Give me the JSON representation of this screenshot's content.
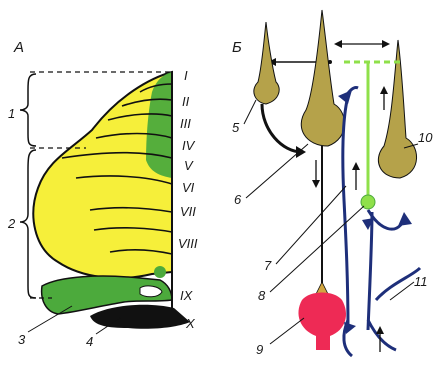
{
  "panels": {
    "left": "А",
    "right": "Б"
  },
  "roman_labels": [
    "I",
    "II",
    "III",
    "IV",
    "V",
    "VI",
    "VII",
    "VIII",
    "IX",
    "X"
  ],
  "left_numbers": {
    "one": "1",
    "two": "2",
    "three": "3",
    "four": "4"
  },
  "right_numbers": {
    "five": "5",
    "six": "6",
    "seven": "7",
    "eight": "8",
    "nine": "9",
    "ten": "10",
    "eleven": "11"
  },
  "colors": {
    "yellow": "#f6ef3a",
    "green": "#4caa3c",
    "light_green": "#8fe04a",
    "black": "#111111",
    "olive": "#b5a24a",
    "blue": "#1e2f7a",
    "red": "#ee2a55"
  }
}
